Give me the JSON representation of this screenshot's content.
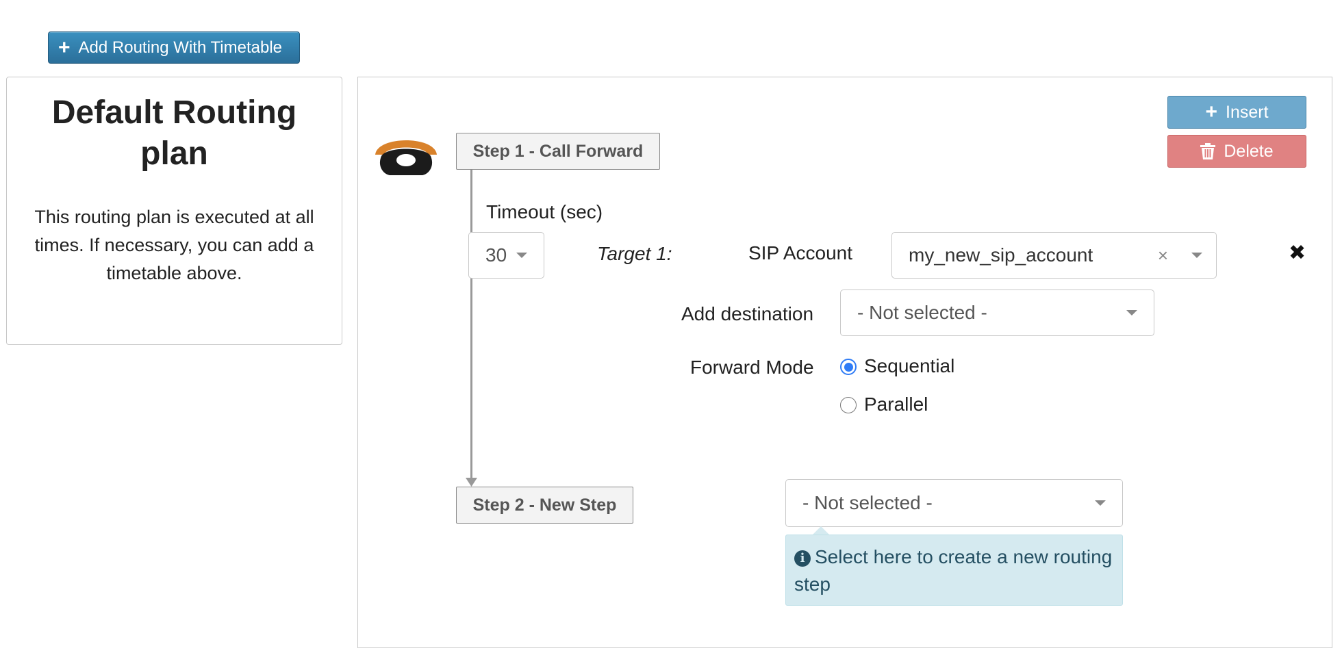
{
  "toolbar": {
    "add_timetable_label": "Add Routing With Timetable"
  },
  "default_plan": {
    "title": "Default Routing plan",
    "description": "This routing plan is executed at all times. If necessary, you can add a timetable above."
  },
  "actions": {
    "insert_label": "Insert",
    "delete_label": "Delete"
  },
  "steps": [
    {
      "label": "Step 1 - Call Forward",
      "timeout_label": "Timeout (sec)",
      "timeout_value": "30",
      "target_label": "Target 1:",
      "target_type": "SIP Account",
      "target_value": "my_new_sip_account",
      "add_destination_label": "Add destination",
      "add_destination_value": "- Not selected -",
      "forward_mode_label": "Forward Mode",
      "forward_modes": [
        {
          "label": "Sequential",
          "checked": true
        },
        {
          "label": "Parallel",
          "checked": false
        }
      ]
    },
    {
      "label": "Step 2 - New Step",
      "select_value": "- Not selected -",
      "hint": "Select here to create a new routing step"
    }
  ],
  "colors": {
    "primary": "#2b6f9a",
    "insert": "#6ea9cd",
    "delete": "#e08282",
    "radio_active": "#2f7cf6",
    "info_bg": "#d5eaf0",
    "phone_handset": "#d9822b"
  },
  "icons": {
    "add": "plus-icon",
    "phone": "phone-icon",
    "insert": "plus-icon",
    "delete": "trash-icon",
    "clear": "clear-icon",
    "remove": "close-icon",
    "info": "info-icon",
    "dropdown": "chevron-down-icon"
  }
}
